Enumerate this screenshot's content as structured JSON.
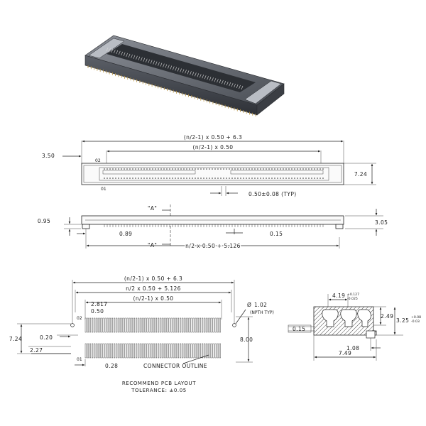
{
  "iso_view": {
    "body_color": "#3c3f46",
    "pin_color": "#b89443"
  },
  "top_view": {
    "overall": "(n/2-1) x 0.50 + 6.3",
    "pin_span": "(n/2-1) x 0.50",
    "left_offset": "3.50",
    "width": "7.24",
    "pitch": "0.50±0.08 (TYP)",
    "pin2_label": "02",
    "pin1_label": "01"
  },
  "side_view": {
    "section_mark": "\"A\"",
    "height": "0.95",
    "overall_height": "3.05",
    "offset": "0.89",
    "pin_width": "0.15",
    "length": "n/2 x 0.50 + 5.126"
  },
  "pcb_layout": {
    "overall": "(n/2-1) x 0.50 + 6.3",
    "mid": "n/2 x 0.50 + 5.126",
    "pad_span": "(n/2-1) x 0.50",
    "hole_x": "2.817",
    "pitch": "0.50",
    "pin2_label": "02",
    "pin1_label": "01",
    "hole_dia_symbol": "Ø",
    "hole_dia": "1.02",
    "hole_note": "(NPTH TYP)",
    "height": "7.24",
    "pad_w": "0.20",
    "row_offset": "2.27",
    "pad_len": "0.28",
    "right_height": "8.00",
    "outline_label": "CONNECTOR OUTLINE",
    "title": "RECOMMEND PCB LAYOUT",
    "tolerance": "TOLERANCE: ±0.05"
  },
  "section_view": {
    "slot": "4.19",
    "slot_tol_plus": "+0.127",
    "slot_tol_minus": "-0.025",
    "inner_height": "2.49",
    "height": "3.25",
    "height_tol_plus": "+0.08",
    "height_tol_minus": "-0.03",
    "step": "0.15",
    "offset": "1.08",
    "width": "7.49"
  }
}
